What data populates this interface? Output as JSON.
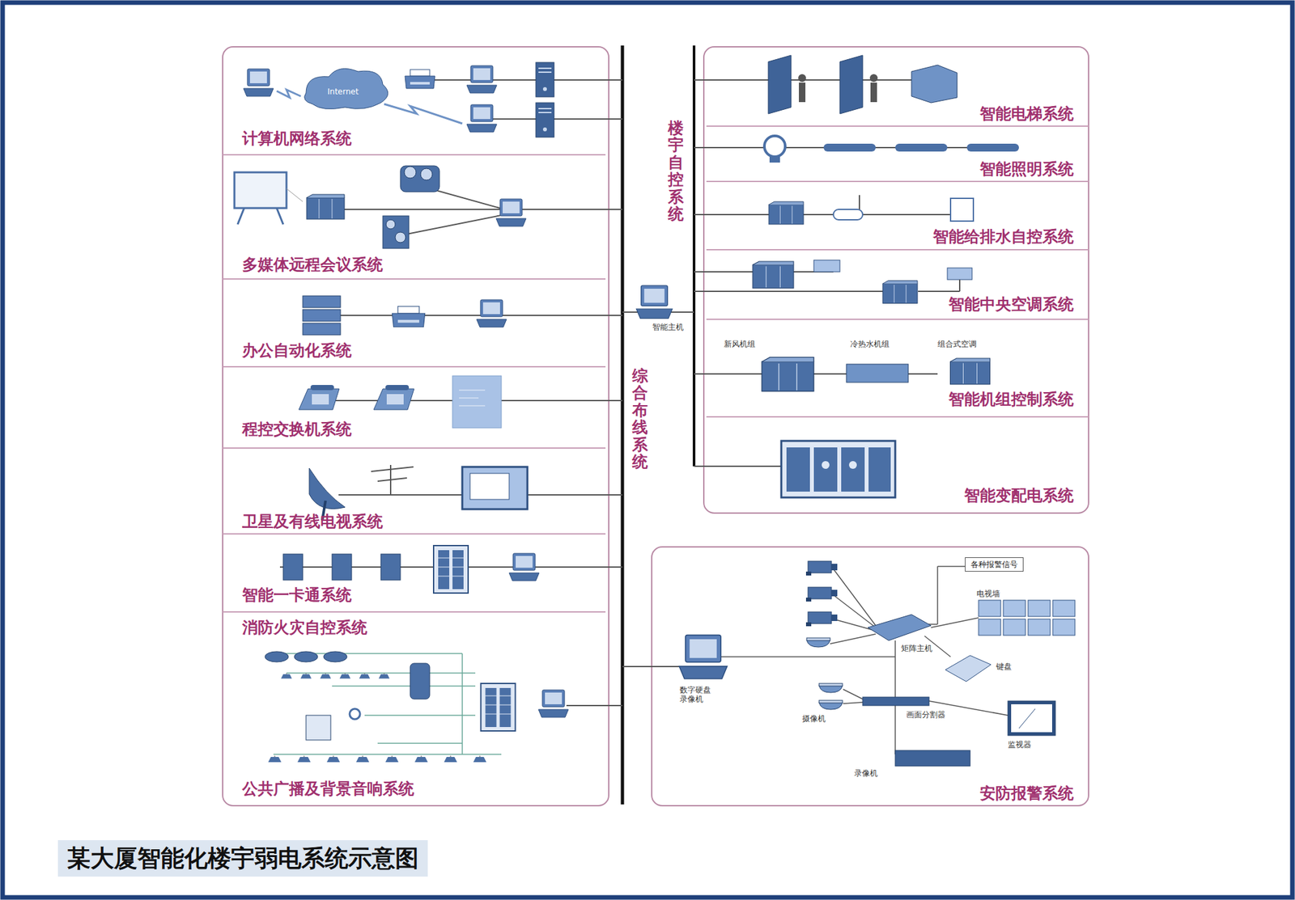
{
  "diagram": {
    "title": "某大厦智能化楼宇弱电系统示意图",
    "nodes": [
      {
        "text": [
          "计算机网络系统"
        ]
      },
      {
        "text": [
          "多媒体远程会议系统"
        ]
      },
      {
        "text": [
          "办公自动化系统"
        ]
      },
      {
        "text": [
          "程控交换机系统"
        ]
      },
      {
        "text": [
          "卫星及有线电视系统"
        ]
      },
      {
        "text": [
          "智能一卡通系统"
        ]
      },
      {
        "text": [
          "消防火灾自控系统",
          "公共广播及背景音响系统"
        ]
      },
      {
        "text": [
          "智能电梯系统"
        ]
      },
      {
        "text": [
          "智能照明系统"
        ]
      },
      {
        "text": [
          "智能给排水自控系统"
        ]
      },
      {
        "text": [
          "智能中央空调系统"
        ]
      },
      {
        "text": [
          "智能机组控制系统"
        ]
      },
      {
        "text": [
          "智能变配电系统"
        ]
      },
      {
        "text": [
          "安防报警系统"
        ]
      },
      {
        "text": [
          "各种报警信号"
        ],
        "in": 13
      }
    ],
    "labels": [
      "Internet",
      "综合布线系统",
      "楼宇自控系统",
      "智能主机",
      "新风机组",
      "冷热水机组",
      "组合式空调",
      "电视墙",
      "矩阵主机",
      "键盘",
      "数字硬盘录像机",
      "摄像机",
      "画面分割器",
      "监视器",
      "录像机"
    ]
  }
}
